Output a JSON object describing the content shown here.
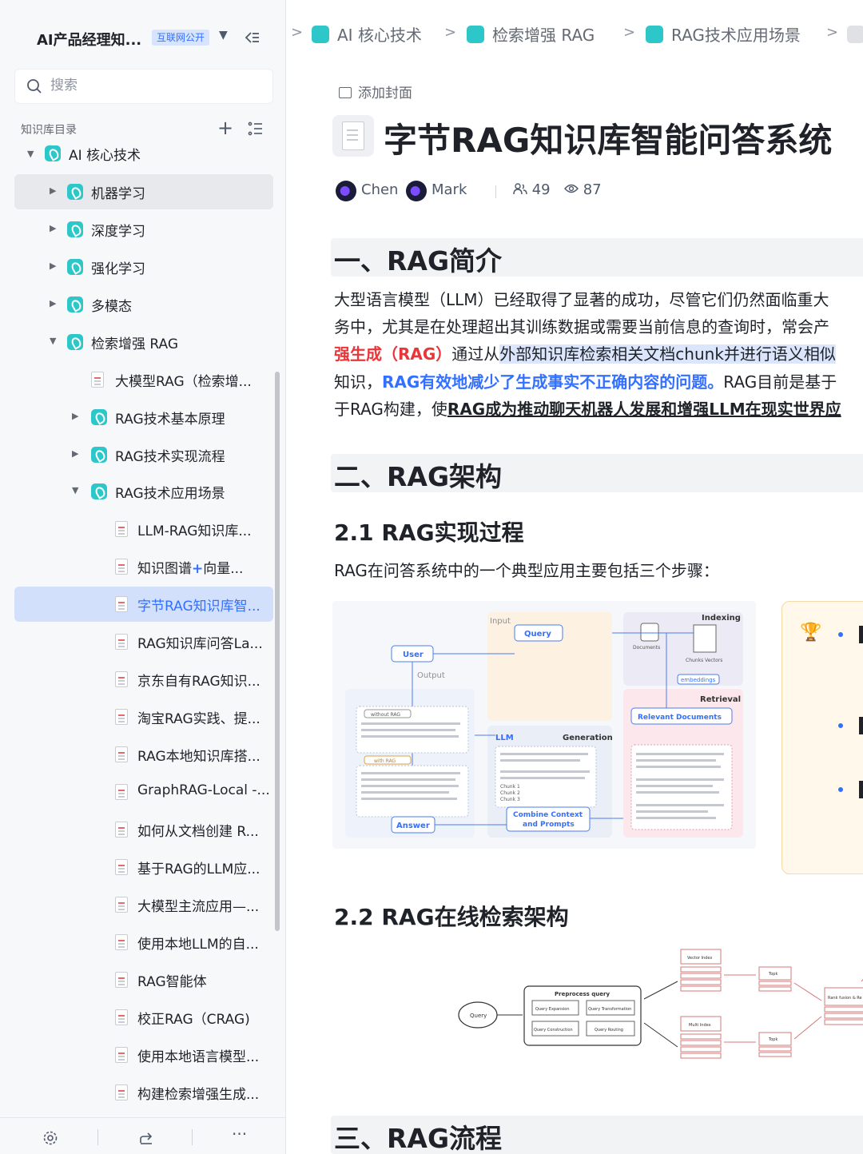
{
  "sidebar": {
    "kb_title": "AI产品经理知...",
    "kb_badge": "互联网公开",
    "search_placeholder": "搜索",
    "directory_label": "知识库目录",
    "items": [
      {
        "label": "AI 核心技术",
        "type": "kb",
        "expanded": true
      },
      {
        "label": "机器学习",
        "type": "kb",
        "expanded": false
      },
      {
        "label": "深度学习",
        "type": "kb",
        "expanded": false
      },
      {
        "label": "强化学习",
        "type": "kb",
        "expanded": false
      },
      {
        "label": "多模态",
        "type": "kb",
        "expanded": false
      },
      {
        "label": "检索增强 RAG",
        "type": "kb",
        "expanded": true
      },
      {
        "label": "大模型RAG（检索增...",
        "type": "doc"
      },
      {
        "label": "RAG技术基本原理",
        "type": "kb",
        "expanded": false
      },
      {
        "label": "RAG技术实现流程",
        "type": "kb",
        "expanded": false
      },
      {
        "label": "RAG技术应用场景",
        "type": "kb",
        "expanded": true
      },
      {
        "label": "LLM-RAG知识库...",
        "type": "doc"
      },
      {
        "label_a": "知识图谱",
        "label_plus": "+",
        "label_b": "向量...",
        "type": "doc"
      },
      {
        "label": "字节RAG知识库智...",
        "type": "doc",
        "active": true
      },
      {
        "label": "RAG知识库问答La...",
        "type": "doc"
      },
      {
        "label": "京东自有RAG知识...",
        "type": "doc"
      },
      {
        "label": "淘宝RAG实践、提...",
        "type": "doc"
      },
      {
        "label": "RAG本地知识库搭...",
        "type": "doc"
      },
      {
        "label": "GraphRAG-Local -...",
        "type": "doc"
      },
      {
        "label": "如何从文档创建 R...",
        "type": "doc"
      },
      {
        "label": "基于RAG的LLM应...",
        "type": "doc"
      },
      {
        "label": "大模型主流应用—...",
        "type": "doc"
      },
      {
        "label": "使用本地LLM的自...",
        "type": "doc"
      },
      {
        "label": "RAG智能体",
        "type": "doc"
      },
      {
        "label": "校正RAG（CRAG)",
        "type": "doc"
      },
      {
        "label": "使用本地语言模型...",
        "type": "doc"
      },
      {
        "label": "构建检索增强生成...",
        "type": "doc"
      }
    ]
  },
  "breadcrumb": [
    "AI 核心技术",
    "检索增强 RAG",
    "RAG技术应用场景"
  ],
  "doc": {
    "add_cover": "添加封面",
    "title": "字节RAG知识库智能问答系统",
    "authors": [
      "Chen",
      "Mark"
    ],
    "collaborators": "49",
    "views": "87",
    "sec1_title": "一、RAG简介",
    "p1_line1": "大型语言模型（LLM）已经取得了显著的成功，尽管它们仍然面临重大",
    "p1_line2": "务中，尤其是在处理超出其训练数据或需要当前信息的查询时，常会产",
    "p1_line3_red": "强生成（RAG）",
    "p1_line3_a": "通过从",
    "p1_line3_hl": "外部知识库检索相关文档chunk并进行语义相似",
    "p1_line4_a": "知识，",
    "p1_line4_blue": "RAG有效地减少了生成事实不正确内容的问题。",
    "p1_line4_b": "RAG目前是基于",
    "p1_line5_a": "于RAG构建，使",
    "p1_line5_ul": "RAG成为推动聊天机器人发展和增强LLM在现实世界应",
    "sec2_title": "二、RAG架构",
    "sub21": "2.1 RAG实现过程",
    "steps_intro": "RAG在问答系统中的一个典型应用主要包括三个步骤：",
    "sub22": "2.2 RAG在线检索架构",
    "sec3_title": "三、RAG流程"
  },
  "figure1": {
    "input": "Input",
    "query": "Query",
    "indexing": "Indexing",
    "user": "User",
    "output": "Output",
    "documents": "Documents",
    "chunks": "Chunks Vectors",
    "embeddings": "embeddings",
    "retrieval": "Retrieval",
    "relevant": "Relevant Documents",
    "without": "without RAG",
    "with": "with RAG",
    "llm": "LLM",
    "generation": "Generation",
    "answer": "Answer",
    "combine1": "Combine Context",
    "combine2": "and Prompts",
    "chunk1": "Chunk 1",
    "chunk2": "Chunk 2",
    "chunk3": "Chunk 3"
  },
  "figure2": {
    "query": "Query",
    "preprocess": "Preprocess query",
    "b1": "Query Expansion",
    "b2": "Query Transformation",
    "b3": "Query Construction",
    "b4": "Query Routing",
    "vec": "Vector Index",
    "kw": "Multi Index",
    "topk": "Topk",
    "merge": "Rank fusion & Re"
  },
  "colors": {
    "accent": "#3370ff",
    "teal": "#2ec7c9",
    "red": "#e8363a",
    "active_bg": "#d3e0fb"
  }
}
